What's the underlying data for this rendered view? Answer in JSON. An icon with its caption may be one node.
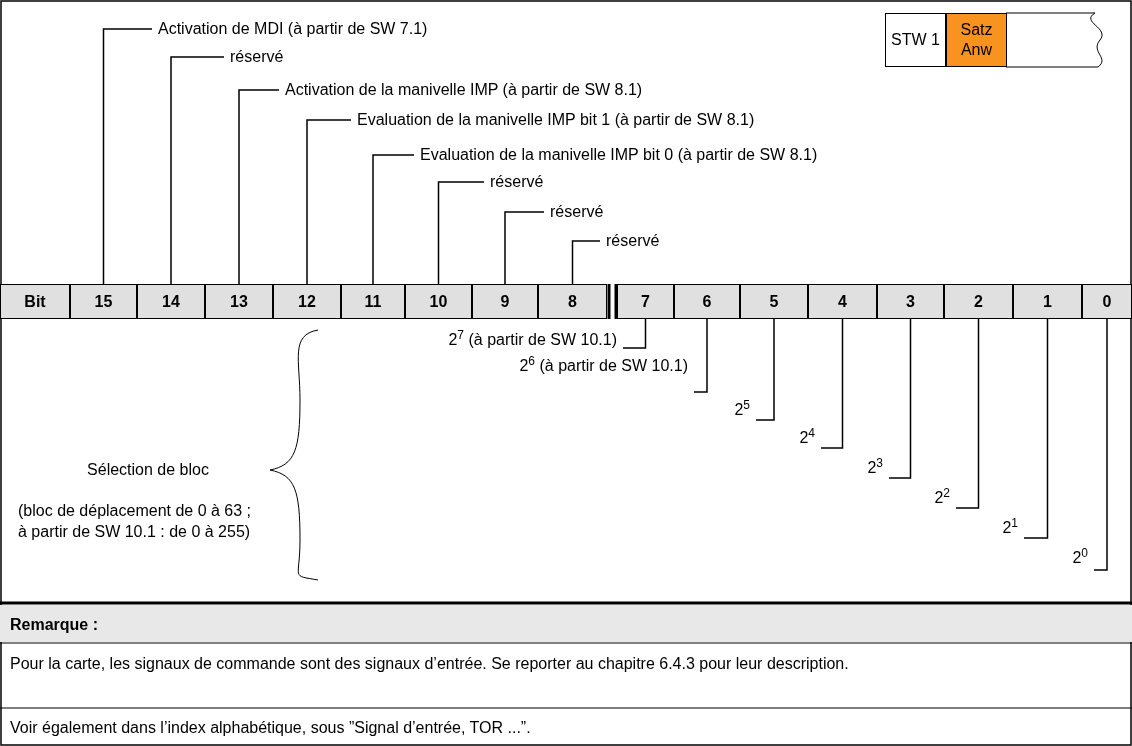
{
  "diagram": {
    "nodes": [
      {
        "text": [
          "Activation de MDI (à partir de SW 7.1)"
        ]
      },
      {
        "text": [
          "réservé"
        ]
      },
      {
        "text": [
          "Activation de la manivelle IMP (à partir de SW 8.1)"
        ]
      },
      {
        "text": [
          "Evaluation de la manivelle IMP bit 1 (à partir de SW 8.1)"
        ]
      },
      {
        "text": [
          "Evaluation de la manivelle IMP bit 0 (à partir de SW 8.1)"
        ]
      },
      {
        "text": [
          "réservé"
        ]
      },
      {
        "text": [
          "réservé"
        ]
      },
      {
        "text": [
          "réservé"
        ]
      },
      {
        "text": [
          "STW 1"
        ]
      },
      {
        "text": [
          "Satz Anw"
        ]
      },
      {
        "text": [
          "Bit"
        ]
      },
      {
        "text": [
          "15"
        ]
      },
      {
        "text": [
          "14"
        ]
      },
      {
        "text": [
          "13"
        ]
      },
      {
        "text": [
          "12"
        ]
      },
      {
        "text": [
          "11"
        ]
      },
      {
        "text": [
          "10"
        ]
      },
      {
        "text": [
          "9"
        ]
      },
      {
        "text": [
          "8"
        ]
      },
      {
        "text": [
          "7"
        ]
      },
      {
        "text": [
          "6"
        ]
      },
      {
        "text": [
          "5"
        ]
      },
      {
        "text": [
          "4"
        ]
      },
      {
        "text": [
          "3"
        ]
      },
      {
        "text": [
          "2"
        ]
      },
      {
        "text": [
          "1"
        ]
      },
      {
        "text": [
          "0"
        ]
      },
      {
        "text": [
          "2$^{7}$ (à partir de SW 10.1)"
        ]
      },
      {
        "text": [
          "2$^{6}$ (à partir de SW 10.1)"
        ]
      },
      {
        "text": [
          "2$^{5}$"
        ]
      },
      {
        "text": [
          "2$^{4}$"
        ]
      },
      {
        "text": [
          "2$^{3}$"
        ]
      },
      {
        "text": [
          "2$^{2}$"
        ]
      },
      {
        "text": [
          "2$^{1}$"
        ]
      },
      {
        "text": [
          "2$^{0}$"
        ]
      }
    ],
    "edges": [
      {
        "from": 0,
        "to": 11,
        "arrow": "none"
      },
      {
        "from": 1,
        "to": 12,
        "arrow": "none"
      },
      {
        "from": 2,
        "to": 13,
        "arrow": "none"
      },
      {
        "from": 3,
        "to": 14,
        "arrow": "none"
      },
      {
        "from": 4,
        "to": 15,
        "arrow": "none"
      },
      {
        "from": 5,
        "to": 16,
        "arrow": "none"
      },
      {
        "from": 6,
        "to": 17,
        "arrow": "none"
      },
      {
        "from": 7,
        "to": 18,
        "arrow": "none"
      },
      {
        "from": 27,
        "to": 19,
        "arrow": "none"
      },
      {
        "from": 28,
        "to": 20,
        "arrow": "none"
      },
      {
        "from": 29,
        "to": 21,
        "arrow": "none"
      },
      {
        "from": 30,
        "to": 22,
        "arrow": "none"
      },
      {
        "from": 31,
        "to": 23,
        "arrow": "none"
      },
      {
        "from": 32,
        "to": 24,
        "arrow": "none"
      },
      {
        "from": 33,
        "to": 25,
        "arrow": "none"
      },
      {
        "from": 34,
        "to": 26,
        "arrow": "none"
      }
    ],
    "labels": [
      "Sélection de bloc",
      "(bloc de déplacement de 0 à 63 ; à partir de SW 10.1 : de 0 à 255)",
      "Remarque :",
      "Pour la carte, les signaux de commande sont des signaux d’entrée. Se reporter au chapitre 6.4.3 pour leur description.",
      "Voir également dans l’index alphabétique, sous ”Signal d’entrée, TOR ...”."
    ]
  }
}
